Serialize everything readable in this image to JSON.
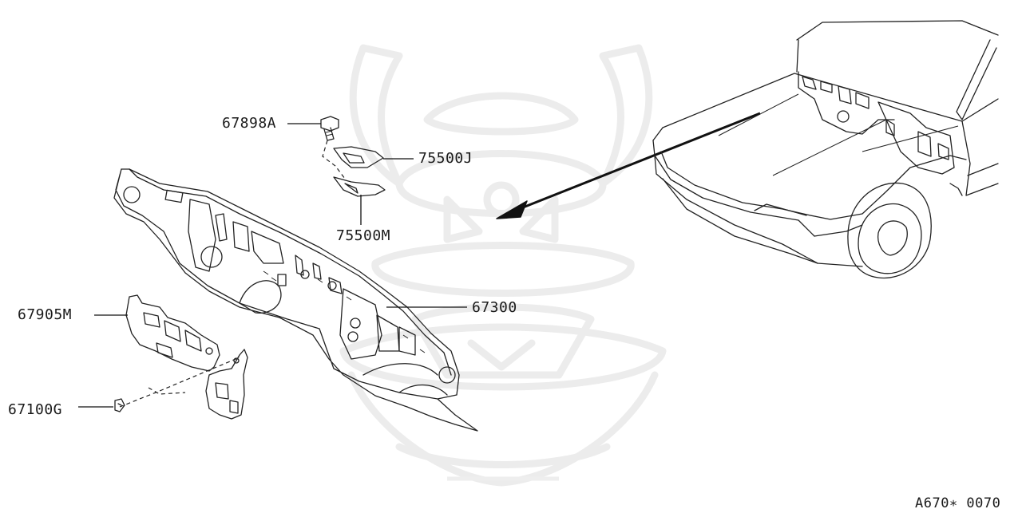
{
  "callouts": {
    "c67898a": "67898A",
    "c75500j": "75500J",
    "c75500m": "75500M",
    "c67300": "67300",
    "c67905m": "67905M",
    "c67100g": "67100G"
  },
  "diagram_code": "A670∗ 0070",
  "colors": {
    "line": "#222222",
    "watermark": "#ececec",
    "background": "#ffffff"
  }
}
